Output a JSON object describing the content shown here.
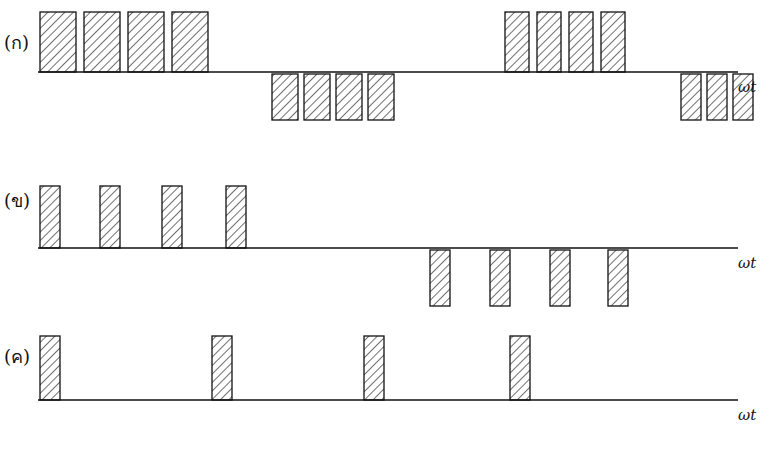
{
  "diagram": {
    "labels": [
      "(ก)",
      "ωt",
      "(ข)",
      "ωt",
      "(ค)",
      "ωt"
    ]
  }
}
